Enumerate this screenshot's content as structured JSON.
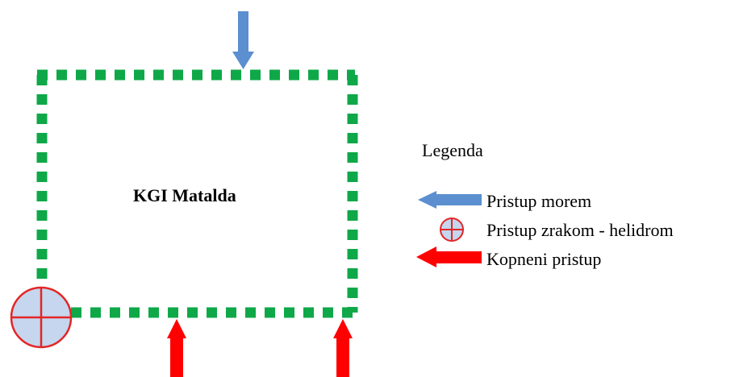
{
  "diagram": {
    "area_label": "KGI Matalda",
    "border_color": "#0EA848",
    "colors": {
      "sea": "#5B8FD0",
      "land": "#FF0000",
      "helipad_fill": "#C5D6EE",
      "helipad_stroke": "#E32626"
    }
  },
  "legend": {
    "heading": "Legenda",
    "items": [
      {
        "icon": "blue-arrow-icon",
        "label": "Pristup morem"
      },
      {
        "icon": "helipad-icon",
        "label": "Pristup zrakom - helidrom"
      },
      {
        "icon": "red-arrow-icon",
        "label": "Kopneni pristup"
      }
    ]
  }
}
